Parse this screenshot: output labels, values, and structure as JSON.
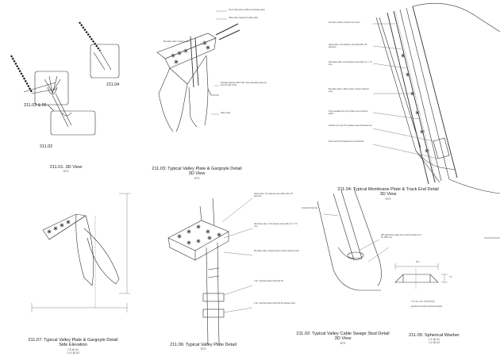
{
  "detail_refs": [
    {
      "id": "ref-211-03-06",
      "text": "211.03 & 06"
    },
    {
      "id": "ref-211-04",
      "text": "211.04"
    },
    {
      "id": "ref-211-02",
      "text": "211.02"
    }
  ],
  "views": [
    {
      "id": "v21101",
      "title": "211.01: 3D View",
      "sub": "NTS"
    },
    {
      "id": "v21103",
      "title": "211.03: Typical Valley Plate & Gargoyle Detail",
      "title2": "3D View",
      "sub": "NTS"
    },
    {
      "id": "v21104",
      "title": "211.04: Typical Membrane Plate & Track End Detail",
      "title2": "3D View",
      "sub": "NTS"
    },
    {
      "id": "v21107",
      "title": "211.07: Typical Valley Plate & Gargoyle Detail",
      "title2": "Side Elevation",
      "sub": "1:5 @ A1",
      "sub2": "1:10 @ A3"
    },
    {
      "id": "v21106",
      "title": "211.06: Typical Valley Plate Detail",
      "sub": "NTS"
    },
    {
      "id": "v21102",
      "title": "211.02: Typical Valley Cable Swage Stud Detail",
      "title2": "3D View",
      "sub": "NTS"
    },
    {
      "id": "v21105",
      "title": "211.05: Spherical Washer",
      "sub": "1:1 @ A1",
      "sub2": "1:2 @ A3"
    }
  ],
  "annotations_211_03": [
    "Top of valley plate profiled for drainage gutter",
    "Valley plate released for valley cable",
    "Boundary cable in lateral socket",
    "Drainage gargoyle: 8ML 6 Mx. Valve adjustable angle via arch for main runoff",
    "Valley cable"
  ],
  "annotations_211_04": [
    "Aluminium double extrusion for tension",
    "Clamp plate, 4 No stainless steel (316) M8 x 25 fasteners",
    "Membrane plate, 4 No stainless steel (316), 10.7 x 70 long",
    "Boundary cable 4 16mm socket, Tension stainless steel",
    "Fringe detailed from top of plate to top of track at datum",
    "Loftbuck end cap, 8 No stainless steel (316) fasteners",
    "Stud used for final adjustment of membrane"
  ],
  "annotations_211_06": [
    "Clamp plate, 4 No stainless steel (316), M8 x 25 fasteners",
    "Membrane plate, 4 No stainless steel (316), 10.7 x 70 long",
    "Boundary cable in lateral socket, Tension stainless steel",
    "2 No. machined clamp blocks 20 thk",
    "2 No. machined clamp blocks 20 thk stainless steel"
  ],
  "annotations_211_02": [
    "M36 galvanised swage stud, spherical washer & 2 No. M36 nuts",
    "Unistrut/Uni bar bay"
  ],
  "annotations_211_05": [
    "18.0",
    "7.5",
    "T 5.0 ds x 40 x 10 (TYPICAL)",
    "galvanised machined spherical washer"
  ]
}
